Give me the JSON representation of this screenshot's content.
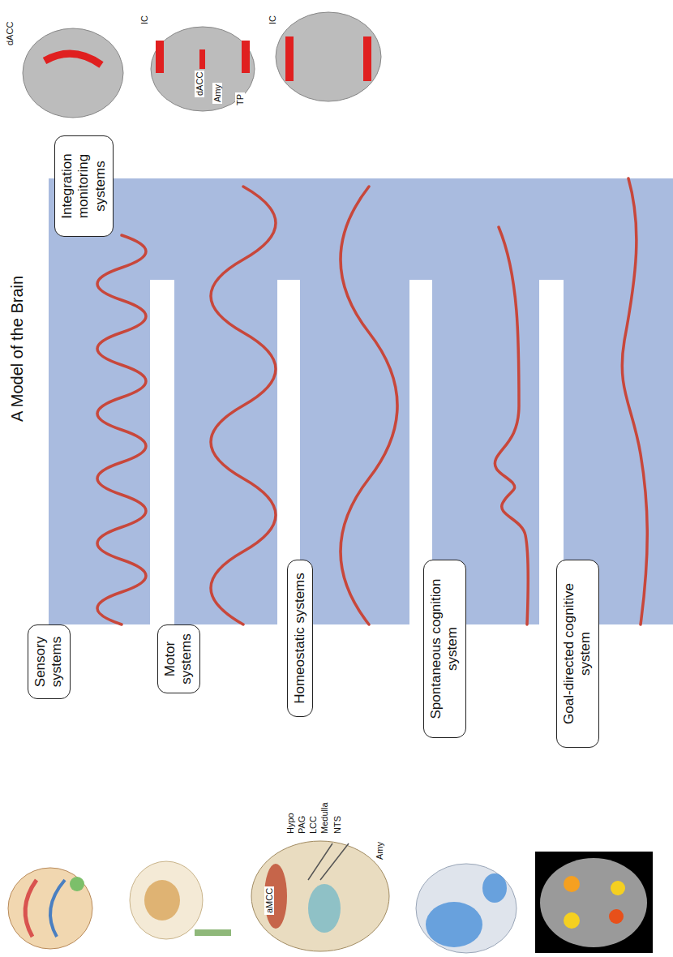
{
  "diagram": {
    "title": "A Model of the Brain",
    "nodes": [
      {
        "text": [
          "Sensory systems"
        ]
      },
      {
        "text": [
          "Motor systems"
        ]
      },
      {
        "text": [
          "Homeostatic systems"
        ]
      },
      {
        "text": [
          "Spontaneous cognition system"
        ]
      },
      {
        "text": [
          "Goal-directed cognitive system"
        ]
      },
      {
        "text": [
          "Integration monitoring systems"
        ]
      }
    ],
    "labels": [
      "dACC",
      "IC",
      "dACC",
      "Amy",
      "TP",
      "IC",
      "aMCC",
      "Hypo",
      "PAG",
      "LCC",
      "Medulla",
      "NTS",
      "Amy"
    ]
  }
}
